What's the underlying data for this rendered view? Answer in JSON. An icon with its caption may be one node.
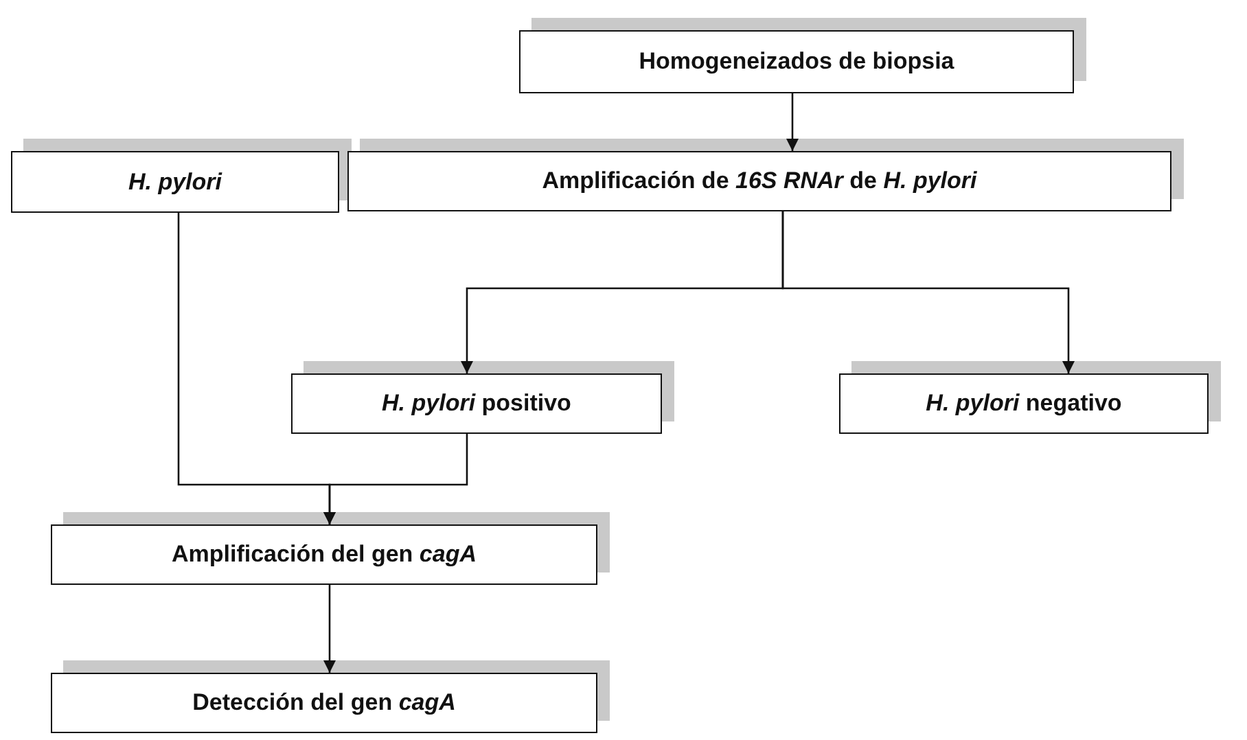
{
  "diagram": {
    "nodes": [
      {
        "text": [
          "Homogeneizados de biopsia"
        ]
      },
      {
        "text": [
          "H. pylori"
        ]
      },
      {
        "text": [
          "Amplificación de *16S RNAr* de *H. pylori*"
        ]
      },
      {
        "text": [
          "*H. pylori* positivo"
        ]
      },
      {
        "text": [
          "*H. pylori* negativo"
        ]
      },
      {
        "text": [
          "Amplificación del gen *cagA*"
        ]
      },
      {
        "text": [
          "Detección del gen *cagA*"
        ]
      }
    ],
    "edges": [
      {
        "from": 0,
        "to": 2,
        "arrow": "to"
      },
      {
        "from": 2,
        "to": 3,
        "arrow": "to"
      },
      {
        "from": 2,
        "to": 4,
        "arrow": "to"
      },
      {
        "from": 1,
        "to": 5,
        "arrow": "to"
      },
      {
        "from": 3,
        "to": 5,
        "arrow": "to"
      },
      {
        "from": 5,
        "to": 6,
        "arrow": "to"
      }
    ]
  }
}
